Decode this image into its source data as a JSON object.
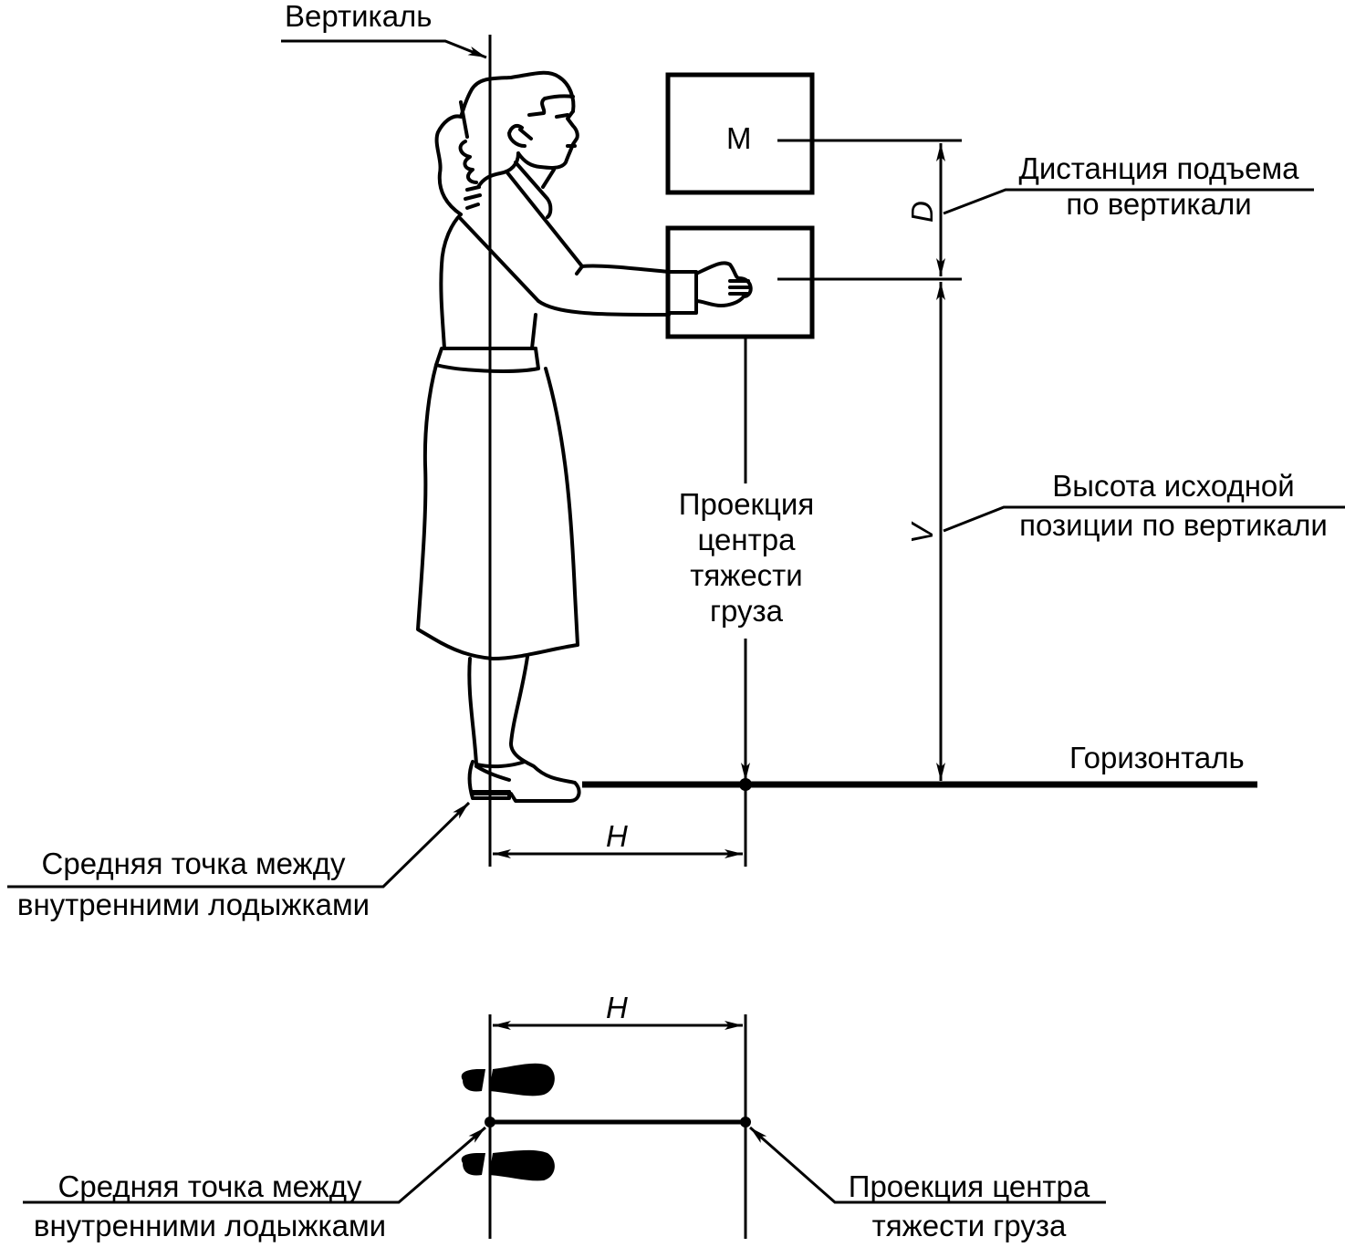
{
  "diagram": {
    "colors": {
      "line": "#000000",
      "background": "#ffffff"
    },
    "labels": {
      "vertical": "Вертикаль",
      "horizontal": "Горизонталь",
      "mass": "M",
      "d_symbol": "D",
      "v_symbol": "V",
      "h_symbol_side": "H",
      "h_symbol_top": "H",
      "lift_distance": [
        "Дистанция подъема",
        "по вертикали"
      ],
      "start_height": [
        "Высота исходной",
        "позиции по вертикали"
      ],
      "load_projection_side": [
        "Проекция",
        "центра",
        "тяжести",
        "груза"
      ],
      "midpoint_side": [
        "Средняя точка между",
        "внутренними лодыжками"
      ],
      "midpoint_top": [
        "Средняя точка между",
        "внутренними лодыжками"
      ],
      "load_projection_top": [
        "Проекция центра",
        "тяжести груза"
      ]
    },
    "icons": {
      "person": "standing-woman-holding-box",
      "footprints": "footprints-top-view"
    }
  }
}
